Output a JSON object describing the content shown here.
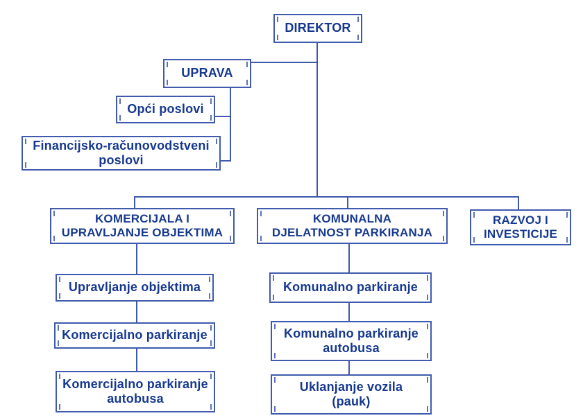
{
  "diagram": {
    "type": "org-chart",
    "colors": {
      "line": "#3f5aac",
      "border": "#3f5aac",
      "text": "#16388f",
      "background": "#ffffff"
    },
    "nodes": {
      "direktor": {
        "label": [
          "DIREKTOR"
        ]
      },
      "uprava": {
        "label": [
          "UPRAVA"
        ]
      },
      "opci": {
        "label": [
          "Opći poslovi"
        ]
      },
      "financije": {
        "label": [
          "Financijsko-računovodstveni",
          "poslovi"
        ]
      },
      "komercijala": {
        "label": [
          "KOMERCIJALA I",
          "UPRAVLJANJE OBJEKTIMA"
        ]
      },
      "komunalna": {
        "label": [
          "KOMUNALNA",
          "DJELATNOST PARKIRANJA"
        ]
      },
      "razvoj": {
        "label": [
          "RAZVOJ I",
          "INVESTICIJE"
        ]
      },
      "upr_obj": {
        "label": [
          "Upravljanje objektima"
        ]
      },
      "kom_park": {
        "label": [
          "Komercijalno parkiranje"
        ]
      },
      "kom_park_a": {
        "label": [
          "Komercijalno parkiranje",
          "autobusa"
        ]
      },
      "komu_park": {
        "label": [
          "Komunalno parkiranje"
        ]
      },
      "komu_park_a": {
        "label": [
          "Komunalno parkiranje",
          "autobusa"
        ]
      },
      "uklanjanje": {
        "label": [
          "Uklanjanje vozila",
          "(pauk)"
        ]
      }
    },
    "structure": {
      "direktor": [
        "uprava",
        "komercijala",
        "komunalna",
        "razvoj"
      ],
      "uprava": [
        "opci",
        "financije"
      ],
      "komercijala": [
        "upr_obj",
        "kom_park",
        "kom_park_a"
      ],
      "komunalna": [
        "komu_park",
        "komu_park_a",
        "uklanjanje"
      ],
      "razvoj": []
    }
  }
}
